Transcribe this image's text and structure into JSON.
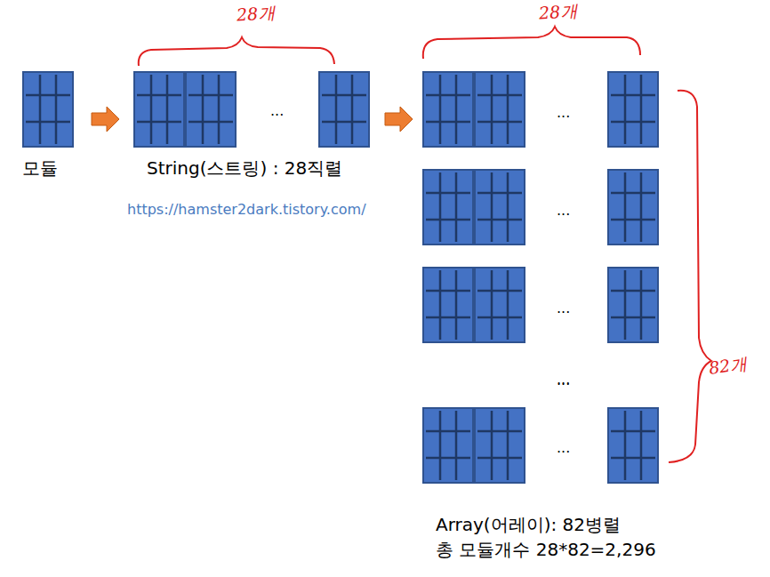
{
  "diagram": {
    "labels": [
      "28개",
      "28개",
      "모듈",
      "String(스트링) : 28직렬",
      "https://hamster2dark.tistory.com/",
      "...",
      "...",
      "...",
      "...",
      "...",
      "...",
      "...",
      "82개",
      "Array(어레이): 82병렬",
      "총 모듈개수 28*82=2,296"
    ]
  }
}
